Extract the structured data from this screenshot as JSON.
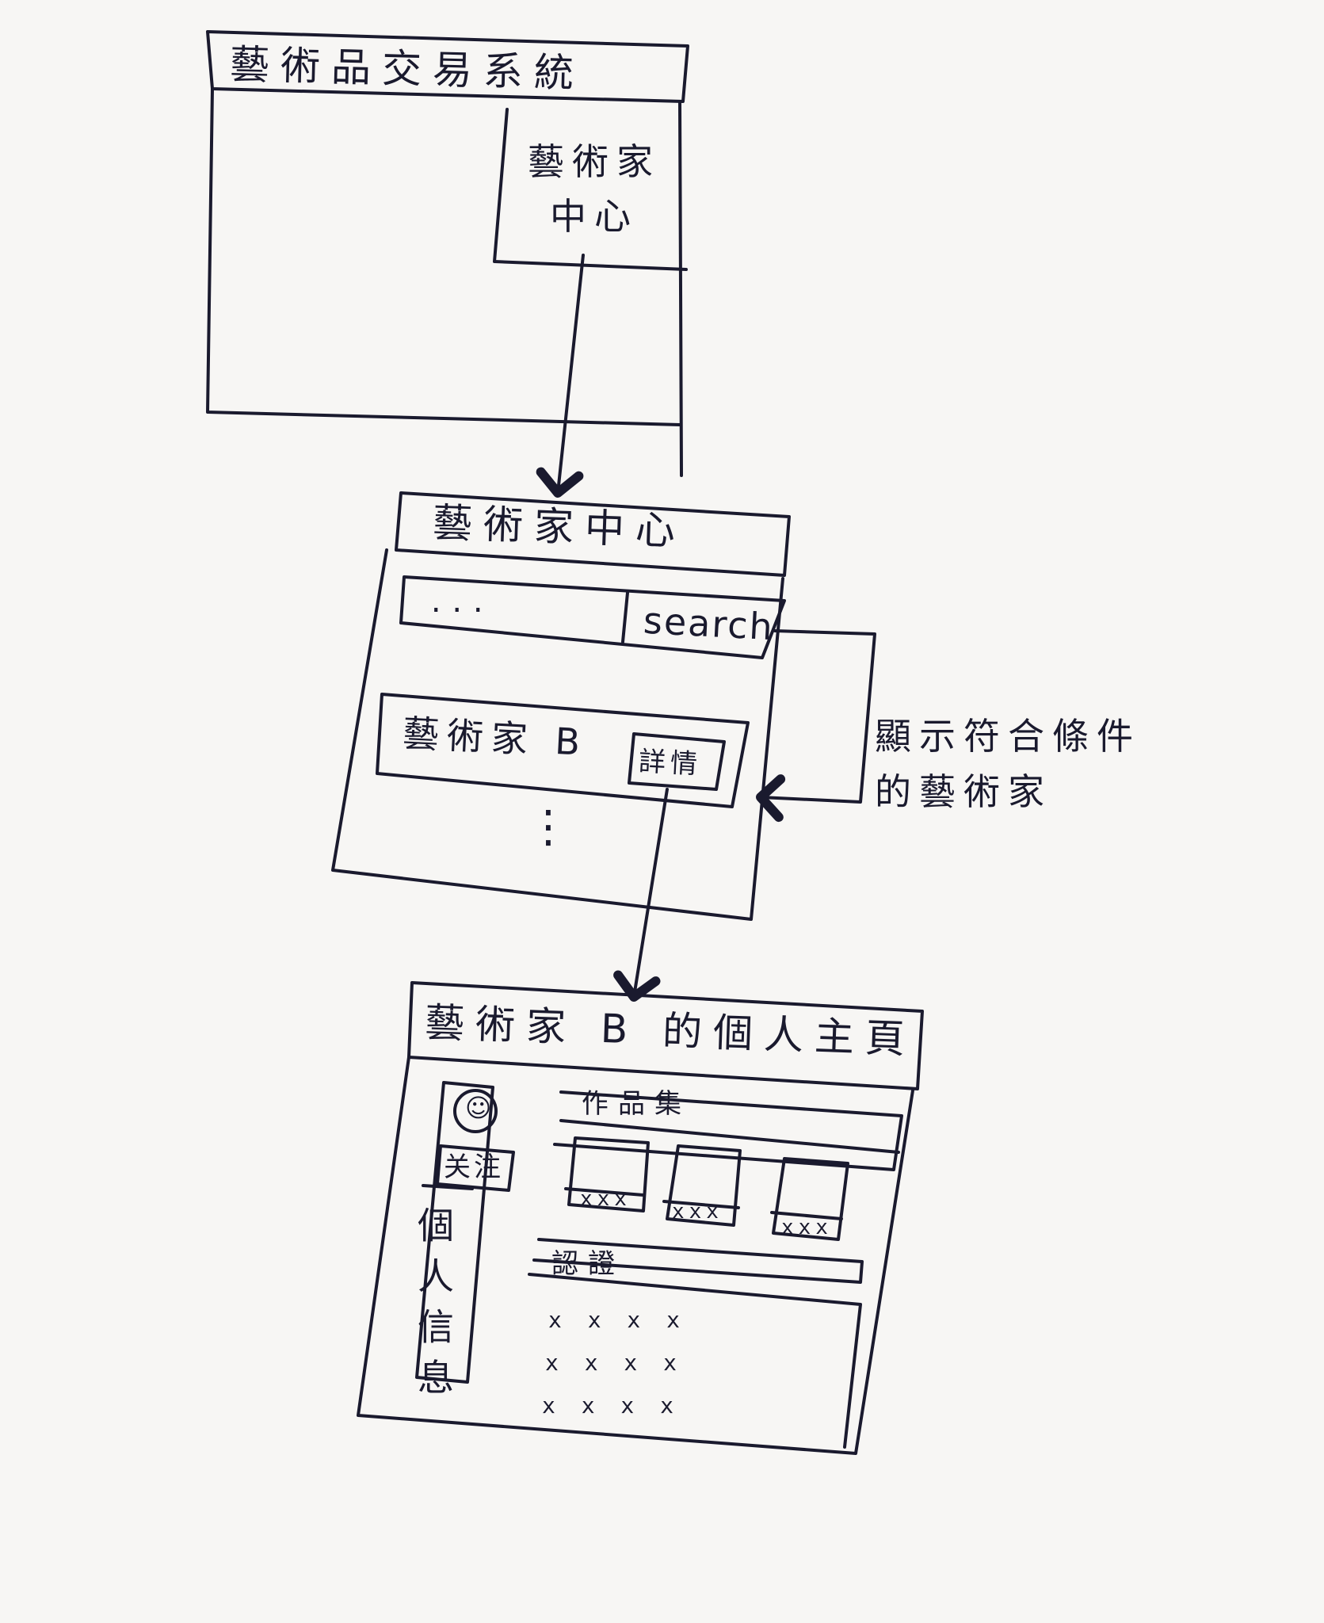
{
  "screen1": {
    "title": "藝術品交易系統",
    "nav_button": "藝術家中心"
  },
  "screen2": {
    "title": "藝術家中心",
    "search_placeholder": "...",
    "search_button": "search",
    "result_item": "藝術家 B",
    "detail_button": "詳情",
    "more_indicator": "⋮"
  },
  "annotation": {
    "text_line1": "顯示符合條件",
    "text_line2": "的藝術家"
  },
  "screen3": {
    "title": "藝術家 B 的個人主頁",
    "follow_button": "关注",
    "personal_info": "個人信息",
    "portfolio": {
      "heading": "作品集",
      "items": [
        {
          "caption": "xxx"
        },
        {
          "caption": "xxx"
        },
        {
          "caption": "xxx"
        }
      ]
    },
    "certification": {
      "heading": "認證",
      "rows": [
        "x x x x",
        "x x x x",
        "x x x x"
      ]
    }
  },
  "colors": {
    "ink": "#1a1a2e",
    "paper": "#f7f6f4"
  }
}
